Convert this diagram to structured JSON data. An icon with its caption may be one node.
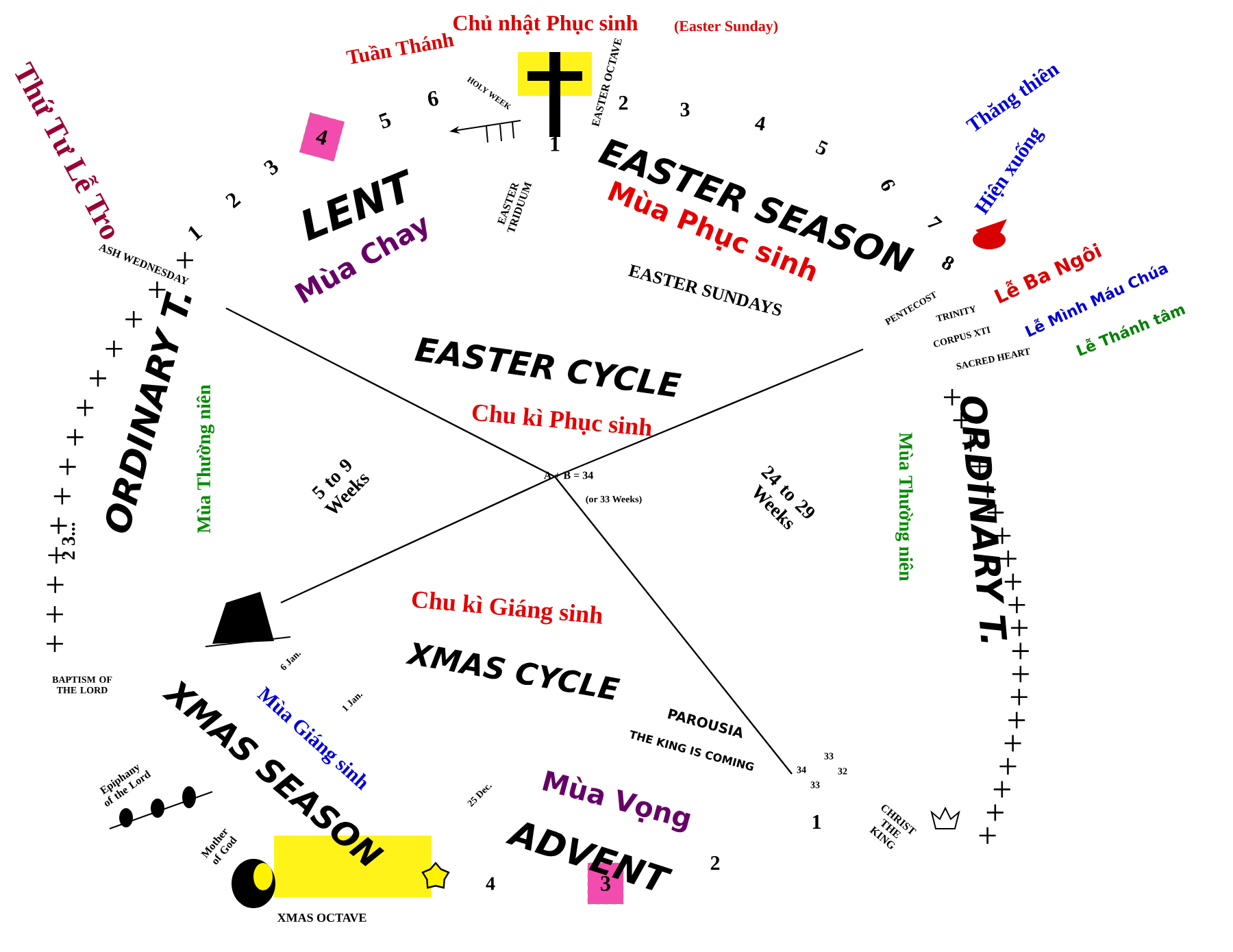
{
  "diagram": {
    "nodes": [
      {
        "text": [
          "4"
        ]
      },
      {
        "text": [
          "3"
        ]
      }
    ],
    "labels": [
      "Thứ Tư Lễ Tro",
      "ASH WEDNESDAY",
      "1",
      "2",
      "3",
      "5",
      "6",
      "Tuần Thánh",
      "HOLY WEEK",
      "1",
      "Chủ nhật Phục sinh",
      "(Easter Sunday)",
      "EASTER OCTAVE",
      "EASTER TRIDUUM",
      "2",
      "3",
      "4",
      "5",
      "LENT",
      "Mùa Chay",
      "EASTER SEASON",
      "Mùa Phục sinh",
      "EASTER SUNDAYS",
      "6",
      "7",
      "8",
      "Thăng thiên",
      "Hiện xuống",
      "PENTECOST",
      "TRINITY",
      "Lễ Ba Ngôi",
      "CORPUS XTI",
      "Lễ Mình Máu Chúa",
      "SACRED HEART",
      "Lễ Thánh tâm",
      "EASTER CYCLE",
      "Chu kì Phục sinh",
      "ORDINARY T.",
      "Mùa Thường niên",
      "5 to 9 Weeks",
      "A + B = 34",
      "(or 33 Weeks)",
      "24 to 29 Weeks",
      "Mùa Thường niên",
      "ORDINARY T.",
      "2 3...",
      "BAPTISM OF THE LORD",
      "Chu kì Giáng sinh",
      "XMAS CYCLE",
      "6 Jan.",
      "1 Jan.",
      "Mùa Giáng sinh",
      "XMAS SEASON",
      "Epiphany of the Lord",
      "Mother of God",
      "XMAS OCTAVE",
      "4",
      "25 Dec.",
      "Mùa Vọng",
      "ADVENT",
      "PAROUSIA",
      "THE KING IS COMING",
      "34",
      "33",
      "33",
      "32",
      "2",
      "1",
      "CHRIST THE KING"
    ]
  }
}
